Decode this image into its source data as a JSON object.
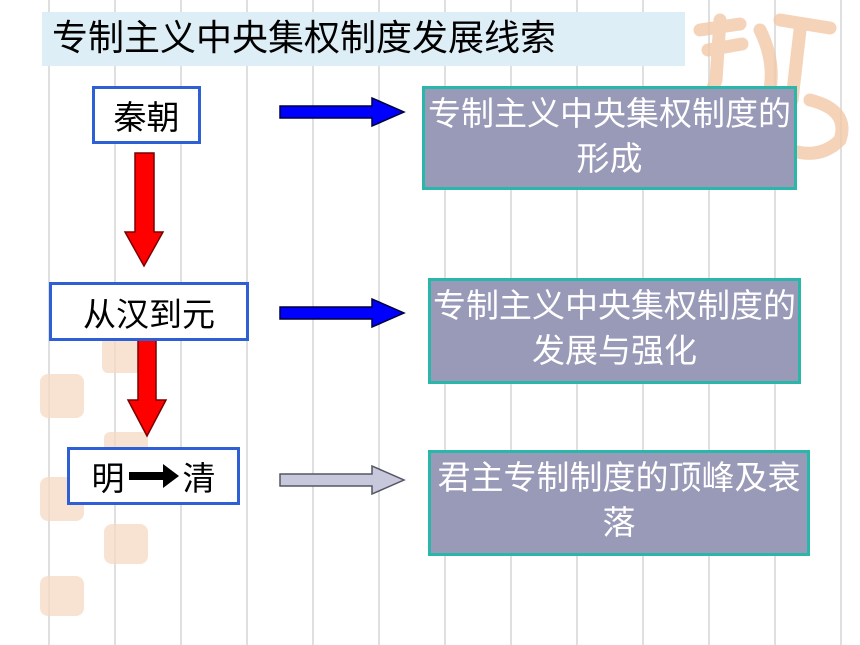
{
  "title": "专制主义中央集权制度发展线索",
  "stages": [
    {
      "era": "秦朝",
      "result": "专制主义中央集权制度的形成"
    },
    {
      "era": "从汉到元",
      "result": "专制主义中央集权制度的发展与强化"
    },
    {
      "era_from": "明",
      "era_to": "清",
      "result": "君主专制制度的顶峰及衰落"
    }
  ],
  "colors": {
    "era_border": "#2f5fd4",
    "result_fill": "#9999b8",
    "result_border": "#2ab7aa",
    "down_arrow": "#ff0000",
    "right_arrow_1": "#0000ff",
    "right_arrow_2": "#0000ff",
    "right_arrow_3": "#c8c8dc"
  }
}
